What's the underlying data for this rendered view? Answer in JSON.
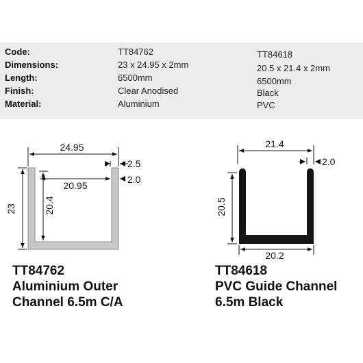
{
  "spec_table": {
    "labels": [
      "Code:",
      "Dimensions:",
      "Length:",
      "Finish:",
      "Material:"
    ],
    "product1": {
      "code": "TT84762",
      "dimensions": "23 x 24.95 x 2mm",
      "length": "6500mm",
      "finish": "Clear Anodised",
      "material": "Aluminium"
    },
    "product2": {
      "code": "TT84618",
      "dimensions": "20.5 x 21.4 x 2mm",
      "length": "6500mm",
      "finish": "Black",
      "material": "PVC"
    }
  },
  "drawing1": {
    "dims": {
      "outer_width": "24.95",
      "lip": "2.5",
      "thickness": "2.0",
      "inner_width": "20.95",
      "outer_height": "23",
      "inner_height": "20.4"
    },
    "profile_color": "#c8c8c8"
  },
  "drawing2": {
    "dims": {
      "outer_width": "21.4",
      "thickness": "2.0",
      "height": "20.5",
      "inner_width": "20.2"
    },
    "profile_color": "#151515"
  },
  "products": [
    {
      "code": "TT84762",
      "title_line1": "Aluminium Outer",
      "title_line2": "Channel 6.5m C/A"
    },
    {
      "code": "TT84618",
      "title_line1": "PVC Guide Channel",
      "title_line2": "6.5m Black"
    }
  ]
}
